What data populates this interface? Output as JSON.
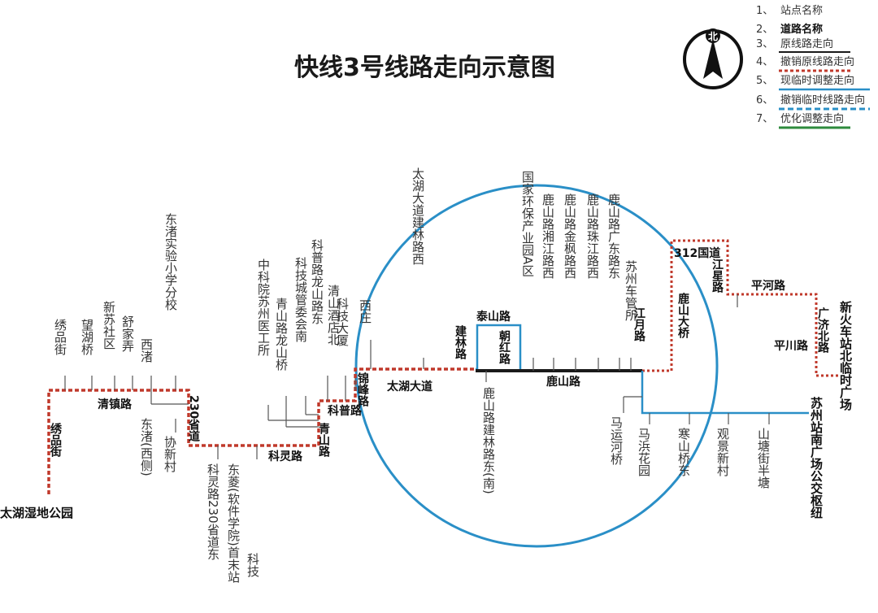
{
  "title": "快线3号线路走向示意图",
  "compass": {
    "label": "北"
  },
  "legend": [
    {
      "num": "1、",
      "text": "站点名称",
      "style": "plain"
    },
    {
      "num": "2、",
      "text": "道路名称",
      "style": "bold"
    },
    {
      "num": "3、",
      "text": "原线路走向",
      "style": "black-solid"
    },
    {
      "num": "4、",
      "text": "撤销原线路走向",
      "style": "red-dotted"
    },
    {
      "num": "5、",
      "text": "现临时调整走向",
      "style": "blue-solid"
    },
    {
      "num": "6、",
      "text": "撤销临时线路走向",
      "style": "blue-dashed"
    },
    {
      "num": "7、",
      "text": "优化调整走向",
      "style": "green-solid"
    }
  ],
  "colors": {
    "original": "#1a1a1a",
    "cancelled_original": "#c0392b",
    "temporary": "#2a8fc7",
    "circle": "#2a8fc7",
    "optimized": "#2e8b3d"
  },
  "terminals": {
    "west": "太湖湿地公园",
    "east_a": "苏州站南广场公交枢纽",
    "east_b": "新火车站北临时广场"
  },
  "roads": {
    "xiupin_jie": "绣品街",
    "qingzhen_lu": "清镇路",
    "s230": "230省道",
    "keling_lu": "科灵路",
    "qingshan_lu": "青山路",
    "kepu_lu": "科普路",
    "jinfeng_lu": "锦峰路",
    "taihu_dadao": "太湖大道",
    "jianlin_lu": "建林路",
    "taishan_lu": "泰山路",
    "chaohong_lu": "朝红路",
    "lushan_lu": "鹿山路",
    "jiangyue_lu": "江月路",
    "lushan_daqiao": "鹿山大桥",
    "g312": "312国道",
    "jiangxing_lu": "江星路",
    "pinghe_lu": "平河路",
    "pingchuan_lu": "平川路",
    "guangji_beilu": "广济北路"
  },
  "stops_top": {
    "xiupinjie": "绣品街",
    "wanghuqiao": "望湖桥",
    "xinsushequ": "新苏社区",
    "shujianong": "舒家弄",
    "xizhu": "西渚",
    "dongzhu_school": "东渚实验小学分校",
    "zhongkeyuan": "中科院苏州医工所",
    "qingshanlu_longshanqiao": "青山路龙山桥",
    "keji_guanweihui": "科技城管委会南",
    "kepulu_longshanlu": "科普路龙山路东",
    "qingshan_hotel": "清山酒店北",
    "keji_dasha": "科技大厦",
    "xizhuang": "西庄",
    "taihu_jianlin_west": "太湖大道建林路西",
    "guojia_huanbao": "国家环保产业园A区",
    "xiangjiang_west": "鹿山路湘江路西",
    "jinfeng_west": "鹿山路金枫路西",
    "zhujiang_west": "鹿山路珠江路西",
    "guangdong_east": "鹿山路广东路东",
    "chekuan_suo": "苏州车管所"
  },
  "stops_bottom": {
    "dongzhu_west": "东渚(西侧)",
    "xiexincun": "协新村",
    "keling_230": "科灵路230省道东",
    "dongling": "东菱(软件学院)首末站",
    "keji": "科技",
    "lushan_jianlin_east": "鹿山路建林路东(南)",
    "mayun_heqiao": "马运河桥",
    "mabin_huayuan": "马浜花园",
    "hanshan_qiao": "寒山桥东",
    "guanjing_xincun": "观景新村",
    "shantangjie": "山塘街半塘"
  }
}
